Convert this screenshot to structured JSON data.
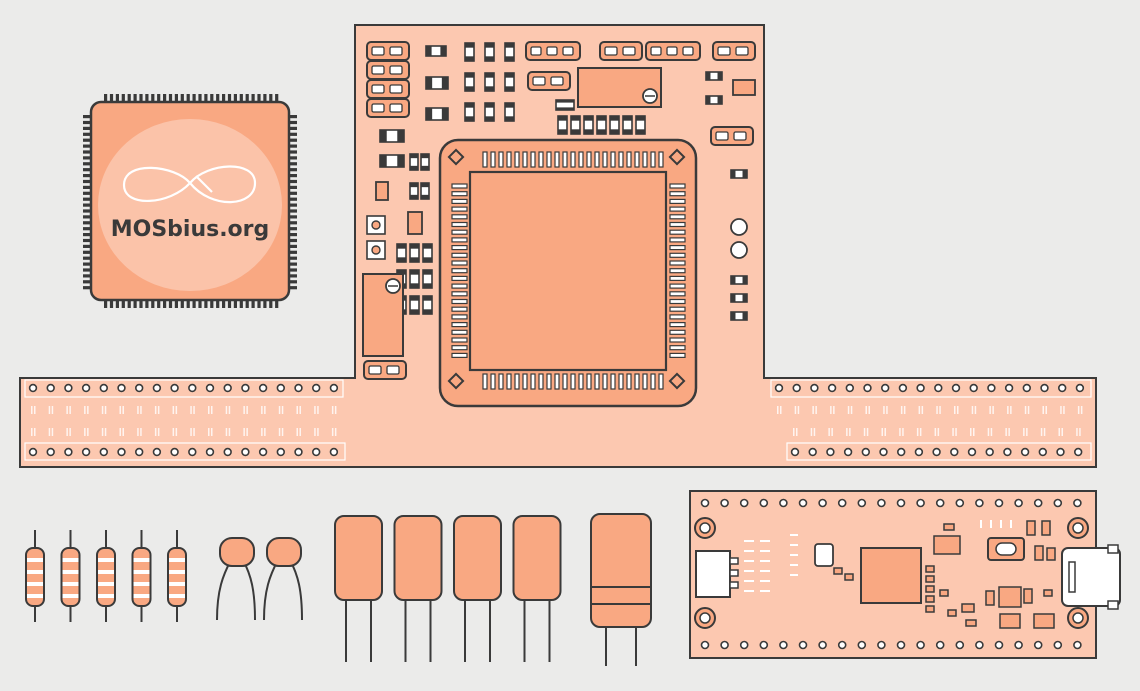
{
  "illustration": {
    "logo": {
      "text": "MOSbius.org",
      "icon": "infinity-loop-icon"
    },
    "colors": {
      "background": "#ebebea",
      "board": "#fcc8b0",
      "component": "#f9a882",
      "component_dark": "#f5946a",
      "outline": "#3a3a3a",
      "pin": "#ffffff"
    },
    "parts": {
      "resistor_count": 5,
      "ceramic_capacitor_count": 2,
      "film_capacitor_count": 4,
      "electrolytic_capacitor_count": 1
    }
  }
}
